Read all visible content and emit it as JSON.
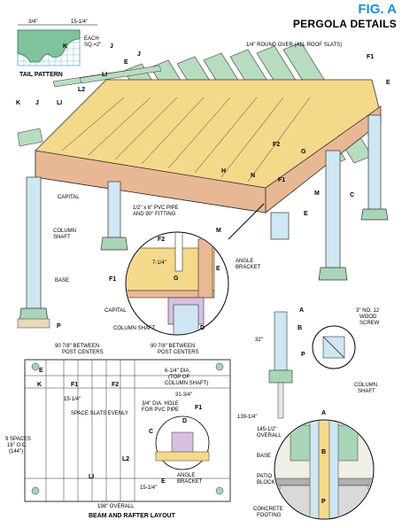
{
  "figure": {
    "label": "FIG. A",
    "title": "PERGOLA DETAILS"
  },
  "tail_pattern": {
    "title": "TAIL PATTERN",
    "dim_left": "3/4\"",
    "dim_right": "15-1/4\"",
    "note_1": "EACH",
    "note_2": "SQ.=2\"",
    "part_k": "K",
    "part_j": "J"
  },
  "main_view": {
    "roundover_note": "1/4\" ROUND OVER (ALL ROOF SLATS)",
    "labels": [
      "E",
      "LI",
      "J",
      "L2",
      "K",
      "J",
      "LI",
      "E",
      "F1",
      "F2",
      "G",
      "H",
      "N",
      "F1",
      "M",
      "C",
      "E"
    ],
    "capital": "CAPITAL",
    "column_shaft_1": "COLUMN",
    "column_shaft_2": "SHAFT",
    "base": "BASE",
    "p": "P"
  },
  "detail_circle": {
    "pvc_1": "1/2\" x 6\" PVC PIPE",
    "pvc_2": "AND 90° FITTING",
    "f2": "F2",
    "m": "M",
    "f1": "F1",
    "g": "G",
    "e": "E",
    "dim": "7-1/4\"",
    "angle_1": "ANGLE",
    "angle_2": "BRACKET",
    "capital": "CAPITAL",
    "column_shaft": "COLUMN SHAFT",
    "d": "D"
  },
  "column_detail": {
    "a": "A",
    "b": "B",
    "p": "P",
    "dim_32": "32\"",
    "screw_1": "3\" NO. 12",
    "screw_2": "WOOD",
    "screw_3": "SCREW",
    "shaft_1": "COLUMN",
    "shaft_2": "SHAFT"
  },
  "layout": {
    "title": "BEAM AND RAFTER LAYOUT",
    "dim_left_1": "90 7/8\" BETWEEN",
    "dim_left_2": "POST CENTERS",
    "dim_right_1": "90 7/8\" BETWEEN",
    "dim_right_2": "POST CENTERS",
    "e": "E",
    "k": "K",
    "f1": "F1",
    "f2": "F2",
    "dim_15": "15-1/4\"",
    "space_note": "SPACE SLATS EVENLY",
    "spaces_1": "9 SPACES",
    "spaces_2": "16\" O.C.",
    "spaces_3": "(144\")",
    "l1": "LI",
    "l2": "L2",
    "dim_15b": "15-1/4\"",
    "overall": "198\" OVERALL",
    "dia_1": "6-1/4\" DIA.",
    "dia_2": "(TOP OF",
    "dia_3": "COLUMN SHAFT)",
    "dim_31": "31-3/4\"",
    "hole_1": "3/4\" DIA. HOLE",
    "hole_2": "FOR PVC PIPE",
    "d": "D",
    "c": "C",
    "f1b": "F1",
    "e2": "E",
    "angle_1": "ANGLE",
    "angle_2": "BRACKET",
    "dim_139": "139-1/4\""
  },
  "section_detail": {
    "dim_1": "145-1/2\"",
    "dim_2": "OVERALL",
    "base": "BASE",
    "patio_1": "PATIO",
    "patio_2": "BLOCK",
    "footing_1": "CONCRETE",
    "footing_2": "FOOTING",
    "a": "A",
    "b": "B",
    "p": "P"
  },
  "colors": {
    "accent": "#1d8fd0",
    "wood": "#f5d98b",
    "slat": "#b8dcc0",
    "beam": "#e8b894",
    "column": "#cfe6f3",
    "base": "#a9d4b8"
  }
}
